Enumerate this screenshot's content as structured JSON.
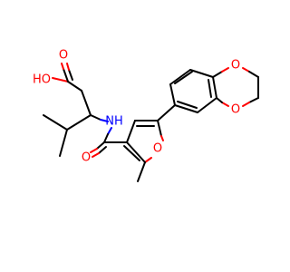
{
  "molecule": {
    "atoms": {
      "ho": {
        "text": "HO",
        "color": "#ff0000"
      },
      "o_acid": {
        "text": "O",
        "color": "#ff0000"
      },
      "nh": {
        "text": "NH",
        "color": "#0000ff"
      },
      "o_amide": {
        "text": "O",
        "color": "#ff0000"
      },
      "o_furan": {
        "text": "O",
        "color": "#ff0000"
      },
      "o_diox_top": {
        "text": "O",
        "color": "#ff0000"
      },
      "o_diox_bottom": {
        "text": "O",
        "color": "#ff0000"
      }
    },
    "colors": {
      "bond": "#000000",
      "oxygen": "#ff0000",
      "nitrogen": "#0000ff"
    }
  }
}
